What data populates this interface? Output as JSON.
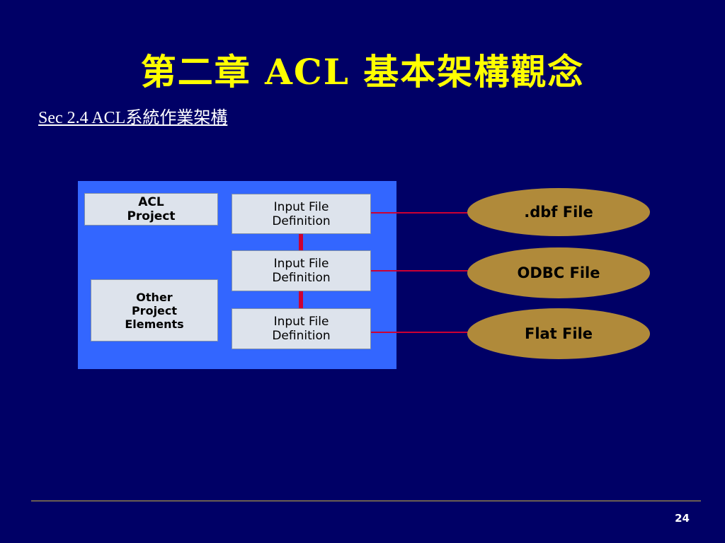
{
  "title": "第二章 ACL 基本架構觀念",
  "subtitle": "Sec 2.4 ACL系統作業架構",
  "diagram": {
    "acl_project": [
      "ACL",
      "Project"
    ],
    "other_elements": [
      "Other",
      "Project",
      "Elements"
    ],
    "input_defs": [
      [
        "Input File",
        "Definition"
      ],
      [
        "Input File",
        "Definition"
      ],
      [
        "Input File",
        "Definition"
      ]
    ],
    "sources": [
      ".dbf File",
      "ODBC File",
      "Flat File"
    ]
  },
  "page_number": "24",
  "colors": {
    "background": "#000066",
    "title": "#ffff00",
    "panel": "#3366ff",
    "connector": "#cc0033",
    "oval": "#b08a3a"
  }
}
